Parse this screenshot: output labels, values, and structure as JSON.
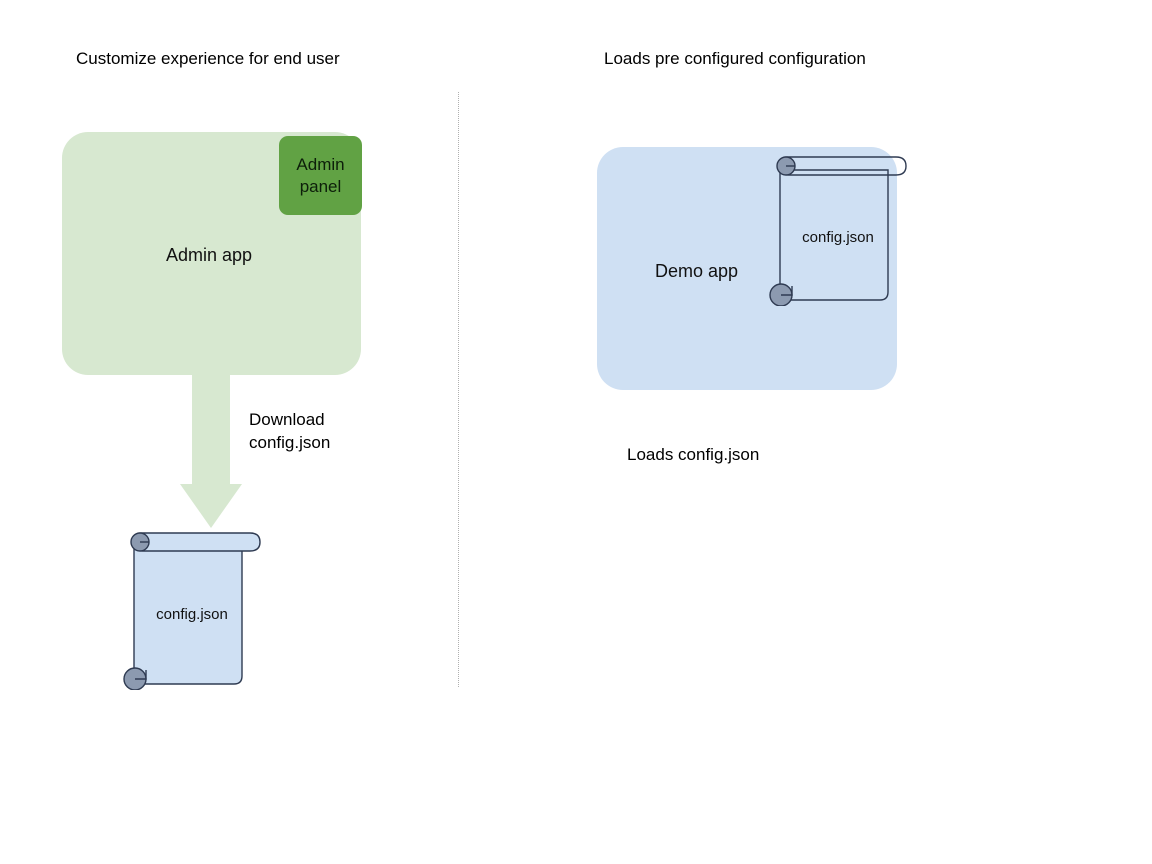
{
  "diagram": {
    "title_left": "Customize experience for end user",
    "title_right": "Loads pre configured configuration",
    "left_panel": {
      "app_label": "Admin app",
      "admin_panel_label": "Admin\npanel",
      "arrow_label": "Download\nconfig.json",
      "document_label": "config.json"
    },
    "right_panel": {
      "app_label": "Demo app",
      "document_label": "config.json",
      "caption": "Loads config.json"
    },
    "colors": {
      "admin_app_fill": "#d7e8d0",
      "admin_panel_fill": "#61a244",
      "demo_app_fill": "#cfe0f3",
      "document_fill": "#cfe0f3",
      "document_stroke": "#2f3b52",
      "roll_fill": "#8c9ab0",
      "arrow_fill": "#d7e8d0",
      "divider": "#b0b0b0",
      "text": "#000000"
    }
  }
}
